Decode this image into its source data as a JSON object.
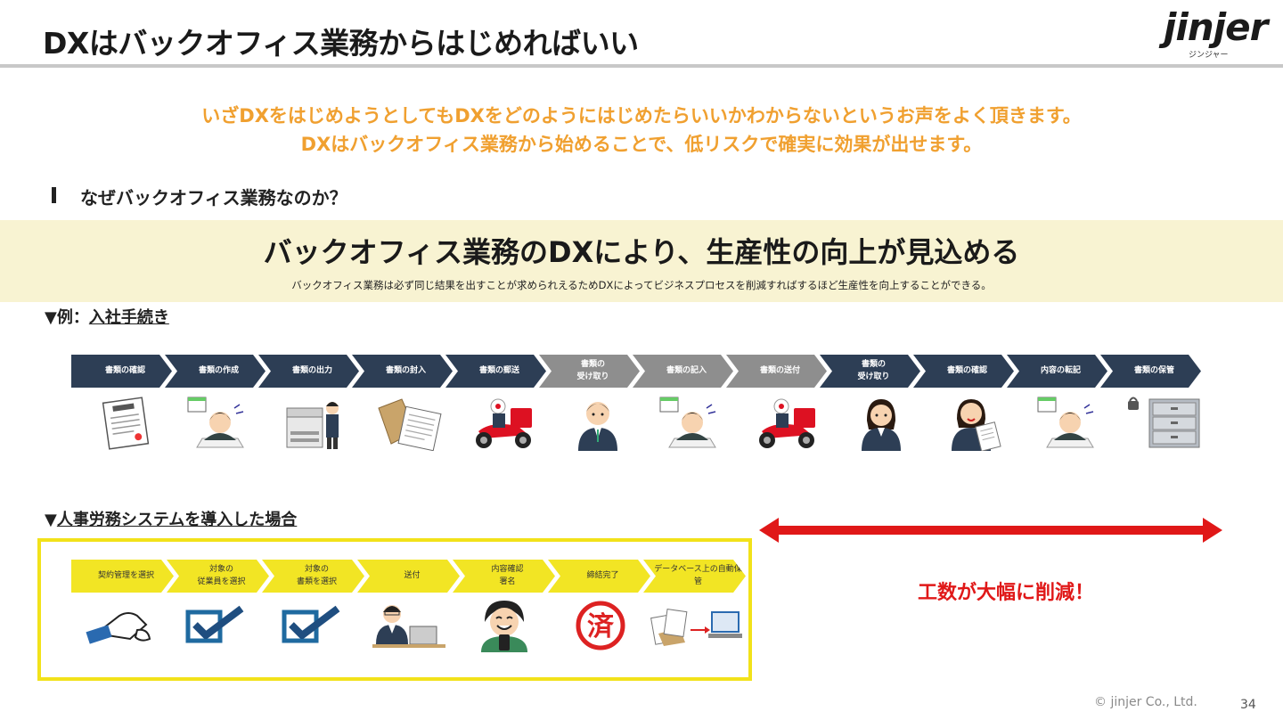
{
  "header": {
    "title": "DXはバックオフィス業務からはじめればいい",
    "logo": {
      "word": "jinjer",
      "sub": "ジンジャー"
    }
  },
  "lead": {
    "line1": "いざDXをはじめようとしてもDXをどのようにはじめたらいいかわからないというお声をよく頂きます。",
    "line2": "DXはバックオフィス業務から始めることで、低リスクで確実に効果が出せます。"
  },
  "question": "なぜバックオフィス業務なのか？",
  "band": {
    "headline": "バックオフィス業務のDXにより、生産性の向上が見込める",
    "sub": "バックオフィス業務は必ず同じ結果を出すことが求められえるためDXによってビジネスプロセスを削減すればするほど生産性を向上することができる。"
  },
  "section1": {
    "prefix": "▼例：",
    "label": "入社手続き"
  },
  "flow1": [
    {
      "label": "書類の確認",
      "tone": "dark",
      "icon": "contract-document-icon"
    },
    {
      "label": "書類の作成",
      "tone": "dark",
      "icon": "stressed-worker-icon"
    },
    {
      "label": "書類の出力",
      "tone": "dark",
      "icon": "copier-icon"
    },
    {
      "label": "書類の封入",
      "tone": "dark",
      "icon": "envelope-icon"
    },
    {
      "label": "書類の郵送",
      "tone": "dark",
      "icon": "delivery-scooter-icon"
    },
    {
      "label": "書類の\n受け取り",
      "tone": "gray",
      "icon": "employee-icon"
    },
    {
      "label": "書類の記入",
      "tone": "gray",
      "icon": "stressed-worker-icon"
    },
    {
      "label": "書類の送付",
      "tone": "gray",
      "icon": "delivery-scooter-icon"
    },
    {
      "label": "書類の\n受け取り",
      "tone": "dark",
      "icon": "employee-woman-icon"
    },
    {
      "label": "書類の確認",
      "tone": "dark",
      "icon": "reading-woman-icon"
    },
    {
      "label": "内容の転記",
      "tone": "dark",
      "icon": "stressed-worker-icon"
    },
    {
      "label": "書類の保管",
      "tone": "dark",
      "icon": "file-cabinet-icon"
    }
  ],
  "section2": {
    "prefix": "▼",
    "label": "人事労務システムを導入した場合"
  },
  "flow2": [
    {
      "label": "契約管理を選択",
      "icon": "click-hand-icon"
    },
    {
      "label": "対象の\n従業員を選択",
      "icon": "checkbox-icon"
    },
    {
      "label": "対象の\n書類を選択",
      "icon": "checkbox-icon"
    },
    {
      "label": "送付",
      "icon": "laptop-worker-icon"
    },
    {
      "label": "内容確認\n署名",
      "icon": "smartphone-user-icon"
    },
    {
      "label": "締結完了",
      "icon": "done-stamp-icon"
    },
    {
      "label": "データベース上の自動保\n管",
      "icon": "database-transfer-icon"
    }
  ],
  "stamp_text": "済",
  "result": "工数が大幅に削減！",
  "colors": {
    "accent_orange": "#f0a030",
    "navy": "#2d3e55",
    "yellow": "#f2e524",
    "red": "#e01818"
  },
  "footer": {
    "copyright": "© jinjer Co., Ltd.",
    "page": "34"
  }
}
